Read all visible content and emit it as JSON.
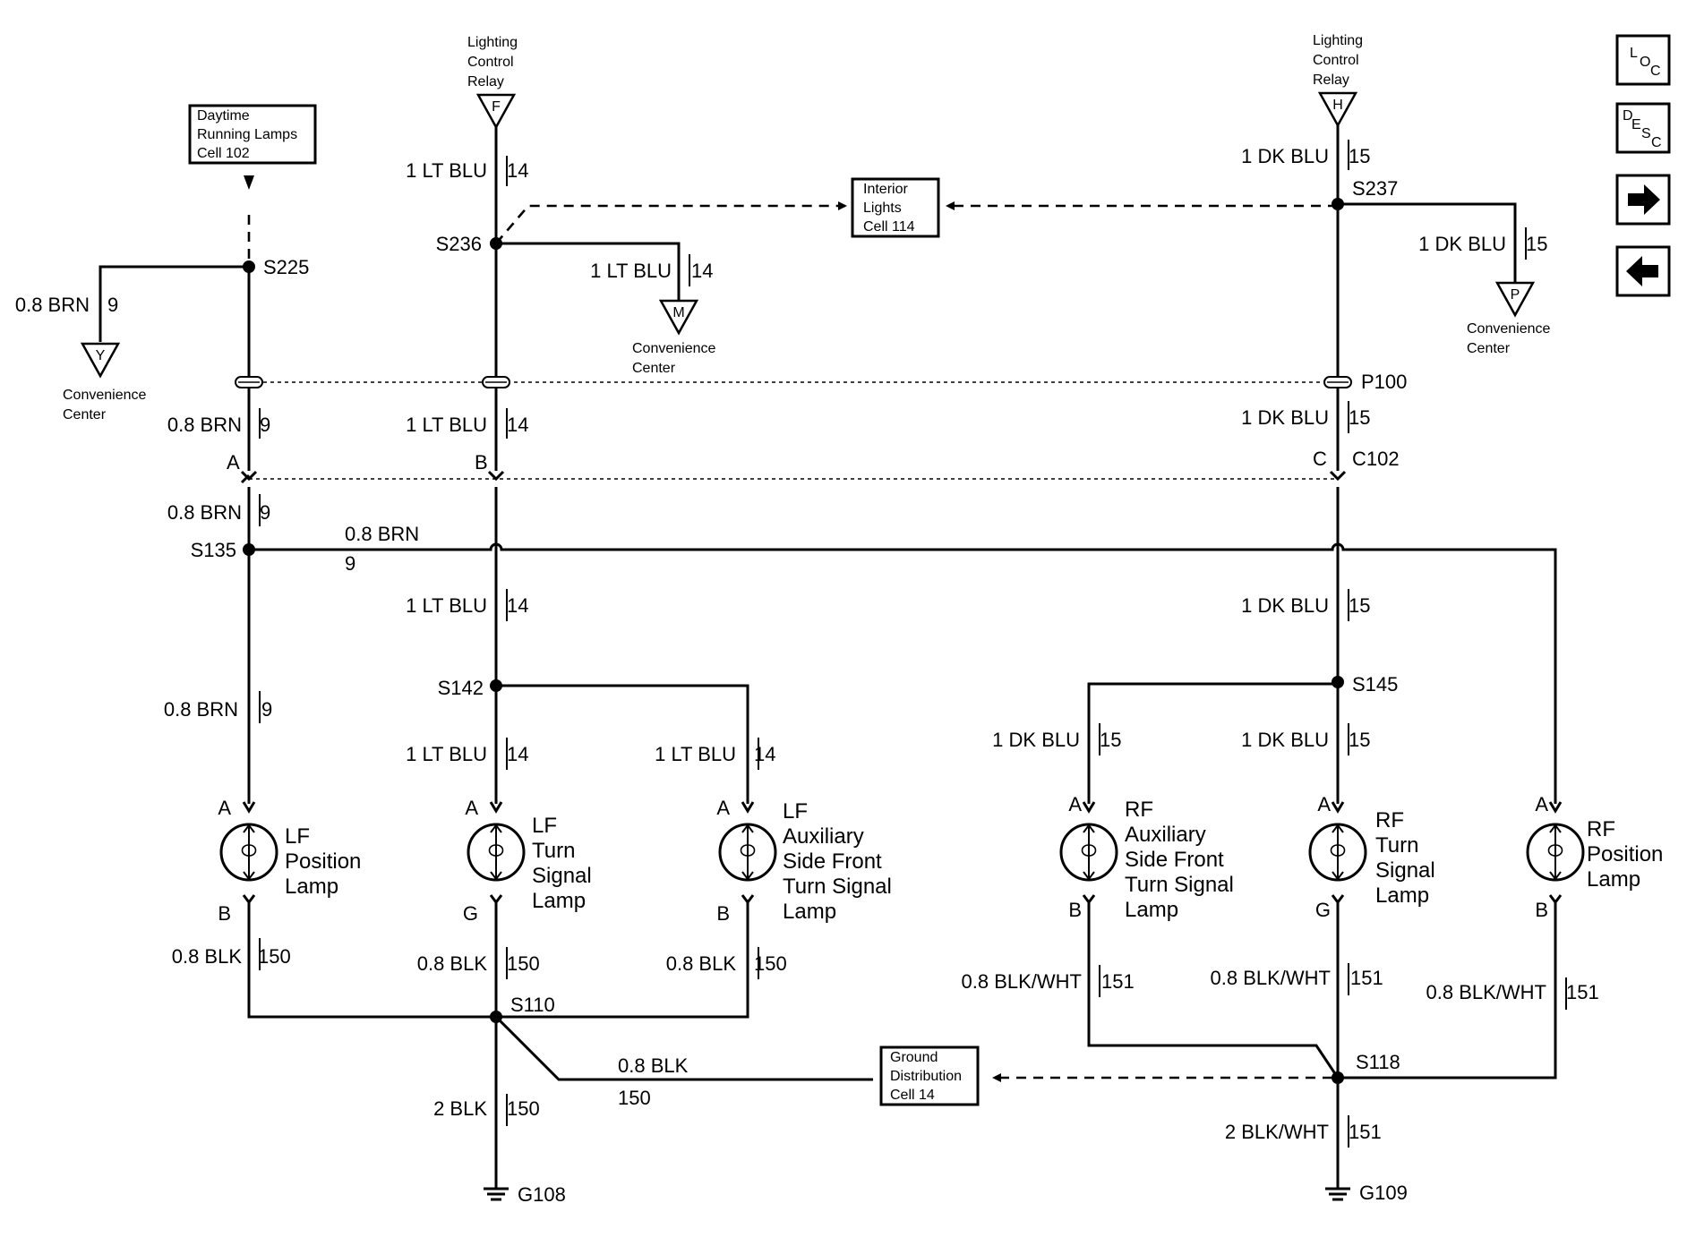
{
  "wires": {
    "brn_08": "0.8 BRN",
    "brn_num": "9",
    "ltblu_1": "1 LT BLU",
    "ltblu_num": "14",
    "dkblu_1": "1 DK BLU",
    "dkblu_num": "15",
    "blk_08": "0.8 BLK",
    "blk_2": "2 BLK",
    "blk_num": "150",
    "blkwht_08": "0.8 BLK/WHT",
    "blkwht_2": "2 BLK/WHT",
    "blkwht_num": "151"
  },
  "splices": {
    "s225": "S225",
    "s236": "S236",
    "s237": "S237",
    "s135": "S135",
    "s142": "S142",
    "s145": "S145",
    "s110": "S110",
    "s118": "S118",
    "p100": "P100",
    "c102": "C102"
  },
  "grounds": {
    "g108": "G108",
    "g109": "G109"
  },
  "pins": {
    "a": "A",
    "b": "B",
    "c": "C",
    "g": "G"
  },
  "terminals": {
    "f": "F",
    "h": "H",
    "m": "M",
    "p": "P",
    "y": "Y",
    "lighting_control_relay": [
      "Lighting",
      "Control",
      "Relay"
    ],
    "convenience_center": [
      "Convenience",
      "Center"
    ]
  },
  "refs": {
    "drl": [
      "Daytime",
      "Running Lamps",
      "Cell 102"
    ],
    "interior": [
      "Interior",
      "Lights",
      "Cell 114"
    ],
    "ground_dist": [
      "Ground",
      "Distribution",
      "Cell 14"
    ]
  },
  "lamps": {
    "lf_position": [
      "LF",
      "Position",
      "Lamp"
    ],
    "lf_turn": [
      "LF",
      "Turn",
      "Signal",
      "Lamp"
    ],
    "lf_aux": [
      "LF",
      "Auxiliary",
      "Side Front",
      "Turn Signal",
      "Lamp"
    ],
    "rf_aux": [
      "RF",
      "Auxiliary",
      "Side Front",
      "Turn Signal",
      "Lamp"
    ],
    "rf_turn": [
      "RF",
      "Turn",
      "Signal",
      "Lamp"
    ],
    "rf_position": [
      "RF",
      "Position",
      "Lamp"
    ]
  },
  "nav": {
    "loc": [
      "L",
      "O",
      "C"
    ],
    "desc": [
      "D",
      "E",
      "S",
      "C"
    ],
    "forward_icon": "arrow-right-icon",
    "back_icon": "arrow-left-icon"
  }
}
